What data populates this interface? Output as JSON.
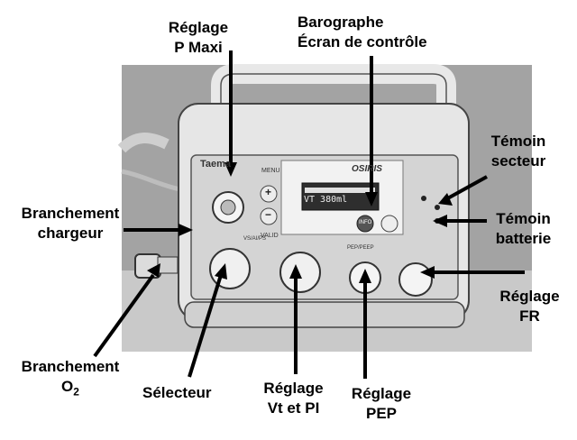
{
  "labels": {
    "reglage_pmaxi": [
      "Réglage",
      "P Maxi"
    ],
    "barographe": [
      "Barographe",
      "Écran de contrôle"
    ],
    "temoin_secteur": [
      "Témoin",
      "secteur"
    ],
    "temoin_batterie": [
      "Témoin",
      "batterie"
    ],
    "branchement_chargeur": [
      "Branchement",
      "chargeur"
    ],
    "reglage_fr": [
      "Réglage",
      "FR"
    ],
    "branchement_o2": [
      "Branchement",
      "O",
      "2"
    ],
    "selecteur": "Sélecteur",
    "reglage_vt_pi": [
      "Réglage",
      "Vt et PI"
    ],
    "reglage_pep": [
      "Réglage",
      "PEP"
    ]
  },
  "device": {
    "brand": "Taema",
    "model": "OSIRIS",
    "screen_text": "VT 380ml",
    "menu": "MENU",
    "plus": "+",
    "minus": "−",
    "valid": "VALID",
    "info": "INFO",
    "vaivs": "VS/AI/PS",
    "pep_caption": "PEP/PEEP"
  },
  "colors": {
    "body": "#e6e6e6",
    "panel": "#d4d4d4",
    "background_wall": "#9a9a9a",
    "screen": "#2e2e2e",
    "arrow": "#000000"
  }
}
